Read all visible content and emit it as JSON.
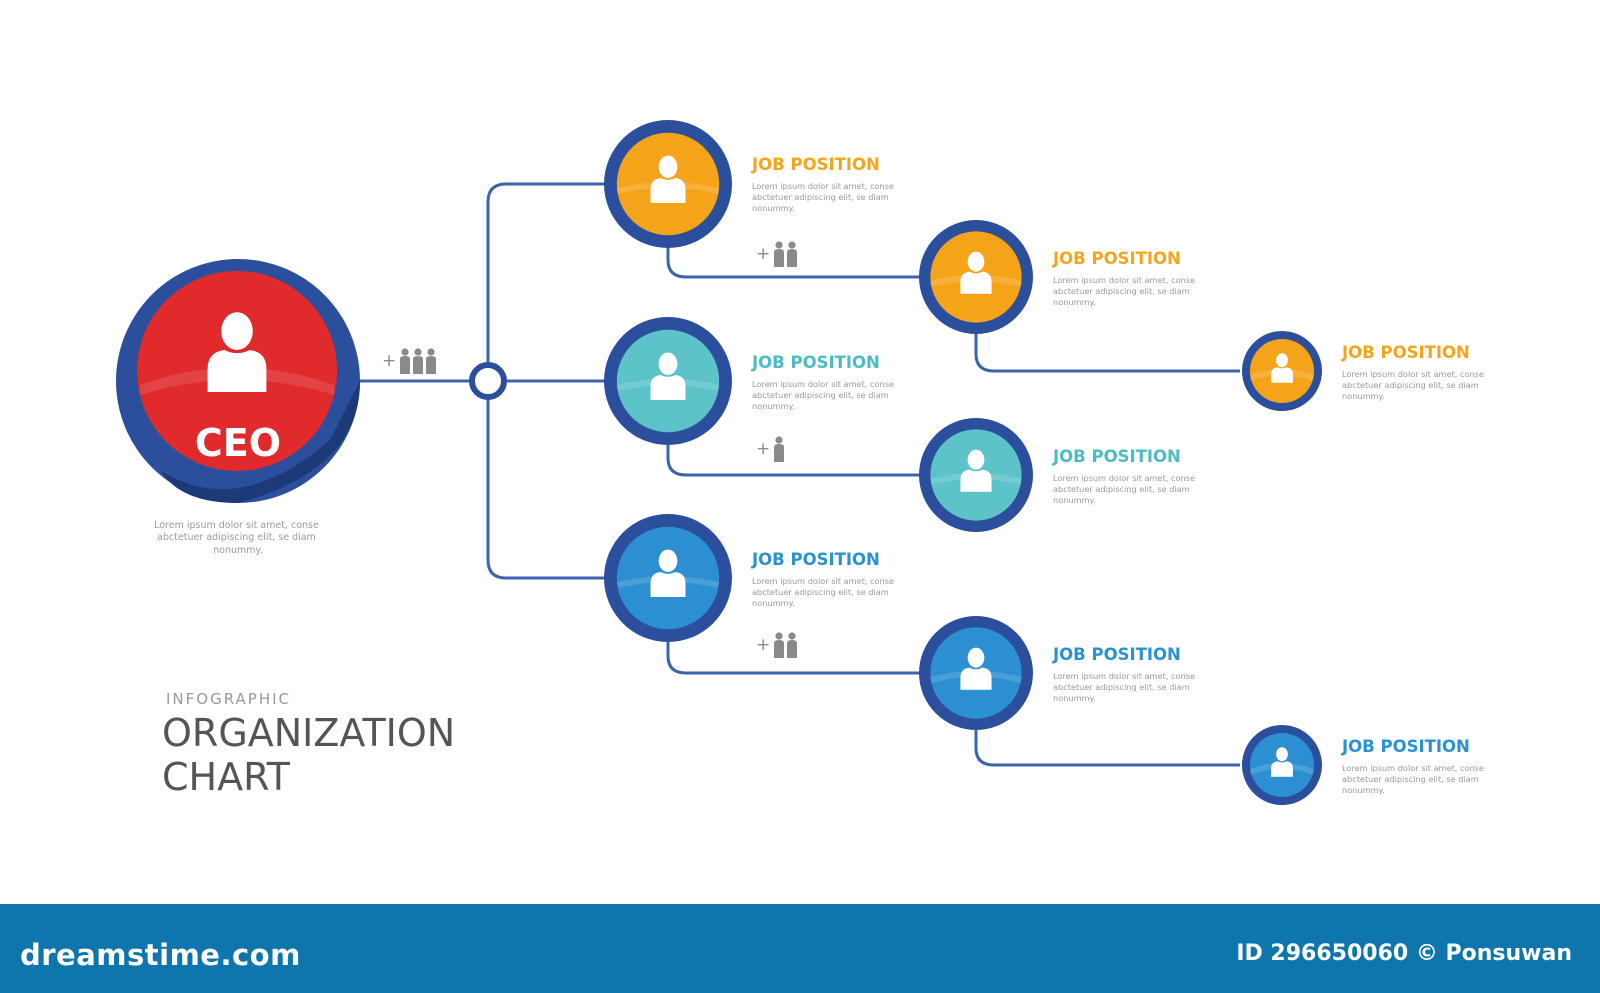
{
  "colors": {
    "connector": "#3c63ad",
    "ring": "#2b4f9c",
    "ceo": "#e02a2c",
    "orange": "#f5a41a",
    "teal": "#5cc3c9",
    "blue": "#2c8fd1",
    "orange_text": "#f3a61c",
    "teal_text": "#4cbcc3",
    "blue_text": "#2a93cf",
    "desc_text": "#9a9a9a",
    "title_text": "#555555",
    "footer_bg": "#0e75ad"
  },
  "ceo": {
    "label": "CEO",
    "desc": [
      "Lorem ipsum dolor sit amet, conse",
      "abctetuer adipiscing elit, se diam",
      "nonummy."
    ]
  },
  "title": {
    "kicker": "INFOGRAPHIC",
    "line1": "ORGANIZATION",
    "line2": "CHART"
  },
  "nodes": [
    {
      "id": "orange-1",
      "color": "orange",
      "title": "JOB POSITION",
      "desc": [
        "Lorem ipsum dolor sit amet, conse",
        "abctetuer adipiscing elit, se diam",
        "nonummy."
      ],
      "icon": "person-icon"
    },
    {
      "id": "orange-2",
      "color": "orange",
      "title": "JOB POSITION",
      "desc": [
        "Lorem ipsum dolor sit amet, conse",
        "abctetuer adipiscing elit, se diam",
        "nonummy."
      ],
      "icon": "person-icon"
    },
    {
      "id": "orange-3",
      "color": "orange",
      "title": "JOB POSITION",
      "desc": [
        "Lorem ipsum dolor sit amet, conse",
        "abctetuer adipiscing elit, se diam",
        "nonummy."
      ],
      "icon": "person-icon"
    },
    {
      "id": "teal-1",
      "color": "teal",
      "title": "JOB POSITION",
      "desc": [
        "Lorem ipsum dolor sit amet, conse",
        "abctetuer adipiscing elit, se diam",
        "nonummy."
      ],
      "icon": "person-icon"
    },
    {
      "id": "teal-2",
      "color": "teal",
      "title": "JOB POSITION",
      "desc": [
        "Lorem ipsum dolor sit amet, conse",
        "abctetuer adipiscing elit, se diam",
        "nonummy."
      ],
      "icon": "person-icon"
    },
    {
      "id": "blue-1",
      "color": "blue",
      "title": "JOB POSITION",
      "desc": [
        "Lorem ipsum dolor sit amet, conse",
        "abctetuer adipiscing elit, se diam",
        "nonummy."
      ],
      "icon": "person-icon"
    },
    {
      "id": "blue-2",
      "color": "blue",
      "title": "JOB POSITION",
      "desc": [
        "Lorem ipsum dolor sit amet, conse",
        "abctetuer adipiscing elit, se diam",
        "nonummy."
      ],
      "icon": "person-icon"
    },
    {
      "id": "blue-3",
      "color": "blue",
      "title": "JOB POSITION",
      "desc": [
        "Lorem ipsum dolor sit amet, conse",
        "abctetuer adipiscing elit, se diam",
        "nonummy."
      ],
      "icon": "person-icon"
    }
  ],
  "team_badges": [
    {
      "plus": "+",
      "people": 3
    },
    {
      "plus": "+",
      "people": 2
    },
    {
      "plus": "+",
      "people": 1
    },
    {
      "plus": "+",
      "people": 2
    }
  ],
  "footer": {
    "logo": "dreamstime.com",
    "credit": "ID 296650060 © Ponsuwan"
  }
}
